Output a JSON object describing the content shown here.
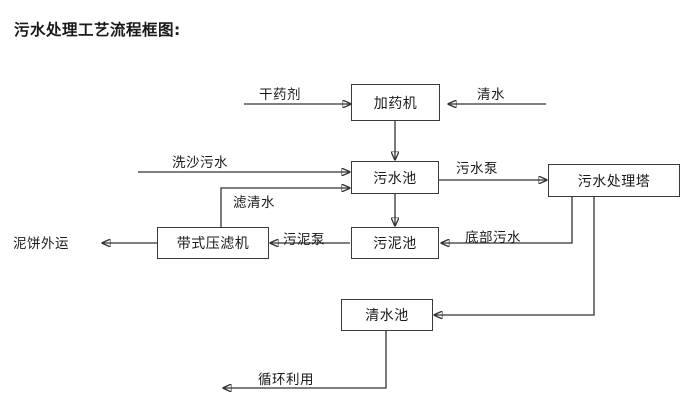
{
  "title": "污水处理工艺流程框图:",
  "nodes": [
    {
      "id": "dosing-machine",
      "label": "加药机"
    },
    {
      "id": "wastewater-pool",
      "label": "污水池"
    },
    {
      "id": "treatment-tower",
      "label": "污水处理塔"
    },
    {
      "id": "sludge-pool",
      "label": "污泥池"
    },
    {
      "id": "belt-filter-press",
      "label": "带式压滤机"
    },
    {
      "id": "clean-water-pool",
      "label": "清水池"
    }
  ],
  "edge_labels": [
    {
      "id": "dry-agent",
      "label": "干药剂"
    },
    {
      "id": "clean-water-in",
      "label": "清水"
    },
    {
      "id": "sand-wash-wastewater",
      "label": "洗沙污水"
    },
    {
      "id": "filtered-clear-water",
      "label": "滤清水"
    },
    {
      "id": "wastewater-pump",
      "label": "污水泵"
    },
    {
      "id": "sludge-pump",
      "label": "污泥泵"
    },
    {
      "id": "bottom-wastewater",
      "label": "底部污水"
    },
    {
      "id": "mud-cake-out",
      "label": "泥饼外运"
    },
    {
      "id": "recycle-reuse",
      "label": "循环利用"
    }
  ],
  "colors": {
    "background": "#ffffff",
    "line": "#333333",
    "text": "#1a1a1a",
    "node_border": "#3a3a3a"
  }
}
